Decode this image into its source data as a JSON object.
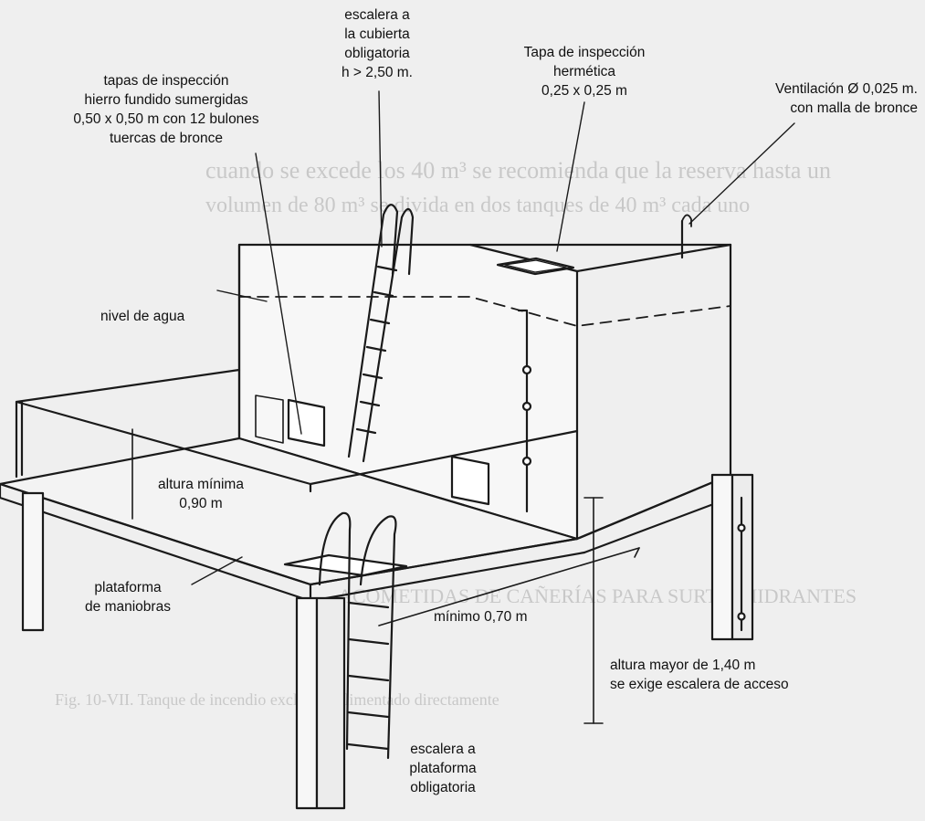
{
  "labels": {
    "escalera_cubierta": [
      "escalera a",
      "la cubierta",
      "obligatoria",
      "h > 2,50 m."
    ],
    "tapas_inspeccion": [
      "tapas de inspección",
      "hierro fundido sumergidas",
      "0,50 x 0,50 m con 12 bulones",
      "tuercas de bronce"
    ],
    "tapa_hermetica": [
      "Tapa de inspección",
      "hermética",
      "0,25 x 0,25 m"
    ],
    "ventilacion": [
      "Ventilación Ø 0,025 m.",
      "con malla de bronce"
    ],
    "nivel_agua": "nivel de agua",
    "altura_minima": [
      "altura mínima",
      "0,90 m"
    ],
    "plataforma": [
      "plataforma",
      "de maniobras"
    ],
    "minimo": "mínimo 0,70 m",
    "altura_mayor": [
      "altura mayor de  1,40 m",
      "se exige  escalera de acceso"
    ],
    "escalera_plataforma": [
      "escalera a",
      "plataforma",
      "obligatoria"
    ]
  },
  "background_bleed": {
    "caption": "Fig. 10-VII. Tanque de incendio exclusivo alimentado directamente",
    "heading": "ACOMETIDAS DE CAÑERÍAS PARA SURTIR HIDRANTES",
    "line_1": "cuando se excede los 40 m³ se recomienda que la reserva hasta un",
    "line_2": "volumen de 80 m³ se divida en dos tanques de 40 m³ cada uno"
  }
}
